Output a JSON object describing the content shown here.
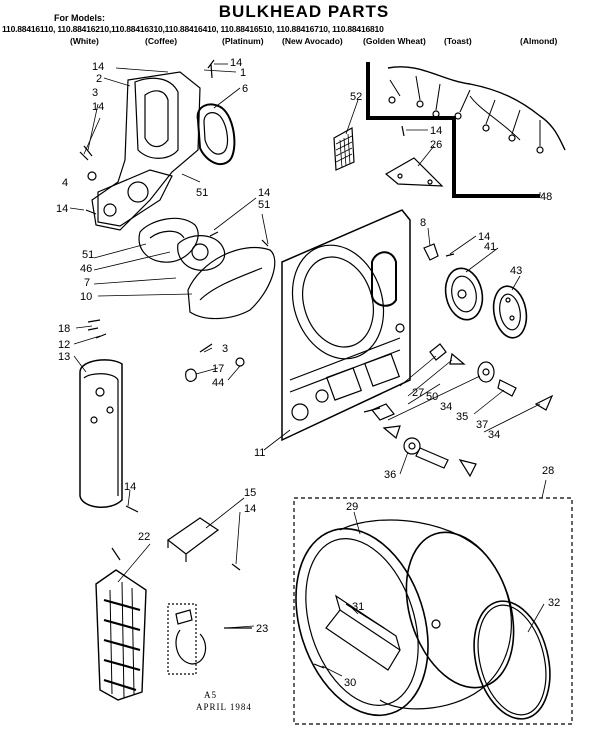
{
  "header": {
    "title": "BULKHEAD PARTS",
    "for_models": "For Models:",
    "models": "110.88416110, 110.88416210,110.88416310,110.88416410, 110.88416510, 110.88416710, 110.88416810",
    "colors": [
      "(White)",
      "(Coffee)",
      "(Platinum)",
      "(New Avocado)",
      "(Golden Wheat)",
      "(Toast)",
      "(Almond)"
    ]
  },
  "callouts": {
    "c14a": "14",
    "c2": "2",
    "c3a": "3",
    "c14b": "14",
    "c4": "4",
    "c14c": "14",
    "c14d": "14",
    "c1": "1",
    "c6": "6",
    "c51a": "51",
    "c14e": "14",
    "c51b": "51",
    "c51c": "51",
    "c46": "46",
    "c7": "7",
    "c10": "10",
    "c52": "52",
    "c14f": "14",
    "c26": "26",
    "c48": "48",
    "c8": "8",
    "c14g": "14",
    "c41": "41",
    "c43": "43",
    "c18": "18",
    "c12": "12",
    "c13": "13",
    "c3b": "3",
    "c17": "17",
    "c44": "44",
    "c27": "27",
    "c50": "50",
    "c34a": "34",
    "c35": "35",
    "c37": "37",
    "c34b": "34",
    "c36": "36",
    "c11": "11",
    "c14h": "14",
    "c15": "15",
    "c14i": "14",
    "c22": "22",
    "c23": "23",
    "c28": "28",
    "c29": "29",
    "c31": "31",
    "c32": "32",
    "c30": "30"
  },
  "footer": {
    "code": "A5",
    "date": "APRIL 1984"
  }
}
